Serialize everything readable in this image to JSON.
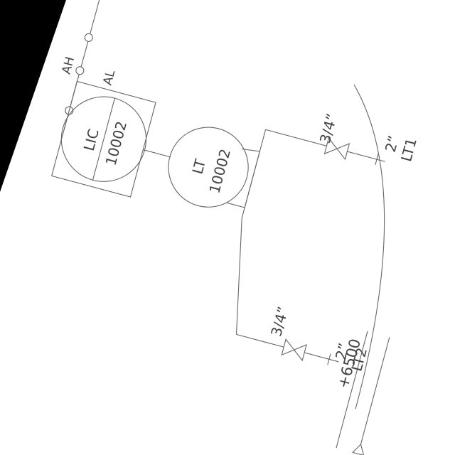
{
  "diagram": {
    "colors": {
      "background": "#000000",
      "sheet": "#ffffff",
      "line": "#666666",
      "text": "#444444"
    },
    "labels": {
      "alarm_high": "AH",
      "alarm_low": "AL",
      "controller_tag_type": "LIC",
      "controller_tag_number": "10002",
      "transmitter_tag_type": "LT",
      "transmitter_tag_number": "10002",
      "valve_left_size": "3/4”",
      "valve_right_size": "3/4”",
      "nozzle_left_size": "2”",
      "nozzle_left_tag": "LT1",
      "nozzle_right_size": "2”",
      "nozzle_right_tag": "LT2",
      "elevation": "+6500"
    }
  }
}
